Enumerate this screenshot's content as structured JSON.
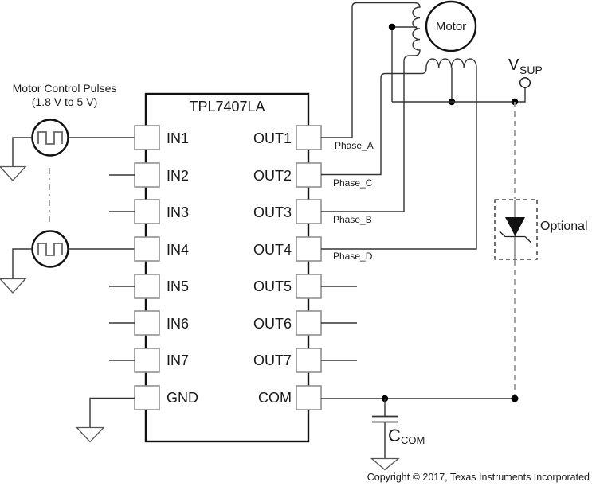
{
  "diagram": {
    "ic": {
      "title": "TPL7407LA",
      "left_pins": [
        "IN1",
        "IN2",
        "IN3",
        "IN4",
        "IN5",
        "IN6",
        "IN7",
        "GND"
      ],
      "right_pins": [
        "OUT1",
        "OUT2",
        "OUT3",
        "OUT4",
        "OUT5",
        "OUT6",
        "OUT7",
        "COM"
      ]
    },
    "phases": [
      "Phase_A",
      "Phase_C",
      "Phase_B",
      "Phase_D"
    ],
    "labels": {
      "pulses_line1": "Motor Control Pulses",
      "pulses_line2": "(1.8 V to 5 V)",
      "motor": "Motor",
      "vsup_main": "V",
      "vsup_sub": "SUP",
      "ccom_main": "C",
      "ccom_sub": "COM",
      "optional": "Optional",
      "copyright": "Copyright © 2017, Texas Instruments Incorporated"
    },
    "colors": {
      "wire": "#333333",
      "gray_wire": "#9a9a9a",
      "pin_box": "#8f8f8f",
      "ic_outline": "#111111",
      "text": "#1a1a1a",
      "background": "#ffffff"
    }
  }
}
